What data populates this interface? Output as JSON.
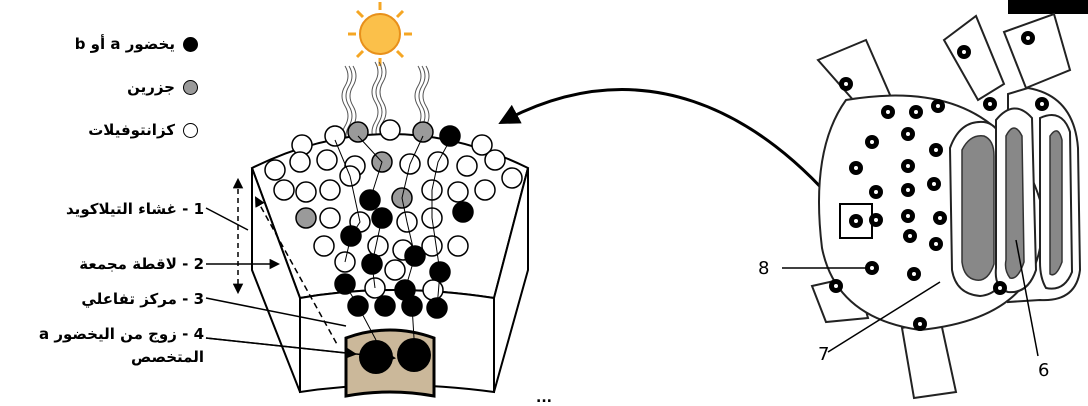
{
  "legend": [
    {
      "label": "يخضور a أو b",
      "color": "#000000"
    },
    {
      "label": "جزرين",
      "color": "#9a9a9a"
    },
    {
      "label": "كزانتوفيلات",
      "color": "#ffffff"
    }
  ],
  "side_labels": {
    "l1": "1 - غشاء التيلاكويد",
    "l2": "2 - لاقطة مجمعة",
    "l3": "3 - مركز تفاعلي",
    "l4a": "4 - زوج من اليخضور a",
    "l4b": "المتخصص"
  },
  "chloroplast_labels": {
    "n6": "6",
    "n7": "7",
    "n8": "8"
  },
  "caption": "...",
  "colors": {
    "reaction_center": "#cbb89a",
    "sun": "#f5a623",
    "sun_core": "#fbc04a"
  }
}
